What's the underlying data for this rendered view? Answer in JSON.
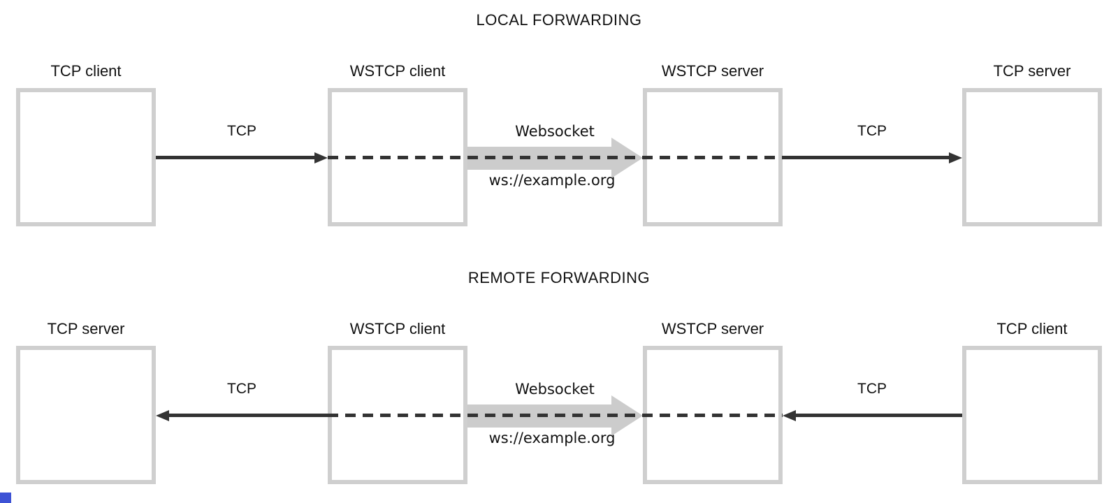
{
  "colors": {
    "background": "#ffffff",
    "box_border": "#cfcfcf",
    "line": "#333333",
    "websocket_arrow_fill": "#cccccc",
    "text": "#111111",
    "corner_mark": "#3d52d5"
  },
  "diagrams": [
    {
      "title": "LOCAL FORWARDING",
      "nodes": [
        {
          "label": "TCP client"
        },
        {
          "label": "WSTCP client"
        },
        {
          "label": "WSTCP server"
        },
        {
          "label": "TCP server"
        }
      ],
      "connections": {
        "tcp_left": {
          "label": "TCP",
          "direction": "right"
        },
        "websocket": {
          "label": "Websocket",
          "url": "ws://example.org",
          "direction": "right"
        },
        "tcp_right": {
          "label": "TCP",
          "direction": "right"
        }
      }
    },
    {
      "title": "REMOTE FORWARDING",
      "nodes": [
        {
          "label": "TCP server"
        },
        {
          "label": "WSTCP client"
        },
        {
          "label": "WSTCP server"
        },
        {
          "label": "TCP client"
        }
      ],
      "connections": {
        "tcp_left": {
          "label": "TCP",
          "direction": "left"
        },
        "websocket": {
          "label": "Websocket",
          "url": "ws://example.org",
          "direction": "right"
        },
        "tcp_right": {
          "label": "TCP",
          "direction": "left"
        }
      }
    }
  ]
}
